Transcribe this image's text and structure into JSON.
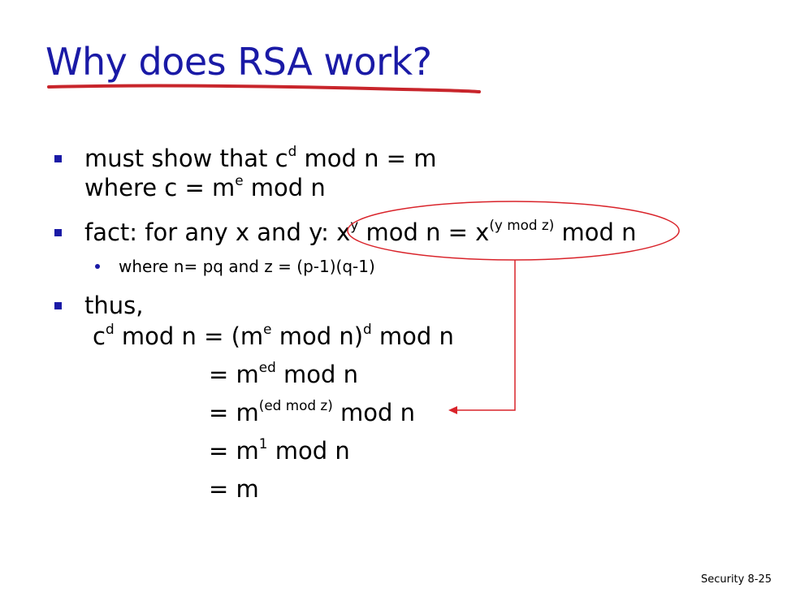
{
  "slide": {
    "title": "Why does RSA work?",
    "line1": {
      "a": "must show that c",
      "sup": "d",
      "b": " mod n = m"
    },
    "line2": {
      "a": "where c = m",
      "sup": "e",
      "b": " mod n"
    },
    "line3": {
      "a": "fact: for any x and y: x",
      "sup1": "y",
      "b": " mod n = x",
      "sup2": "(y mod z)",
      "c": " mod n"
    },
    "line4": {
      "text": "where n= pq and z = (p-1)(q-1)"
    },
    "line5": {
      "text": "thus,"
    },
    "line6": {
      "a": "c",
      "sup1": "d",
      "b": " mod n = (m",
      "sup2": "e",
      "c": " mod n)",
      "sup3": "d",
      "d": " mod n"
    },
    "line7": {
      "a": "= m",
      "sup": "ed",
      "b": " mod n"
    },
    "line8": {
      "a": "= m",
      "sup": "(ed mod z)",
      "b": " mod n"
    },
    "line9": {
      "a": "= m",
      "sup": "1",
      "b": " mod n"
    },
    "line10": {
      "text": "= m"
    },
    "footer": "Security  8-25"
  },
  "colors": {
    "title": "#1a1aa6",
    "bullet": "#1a1aa6",
    "underline": "#c8252b",
    "annotation": "#d9232a"
  }
}
